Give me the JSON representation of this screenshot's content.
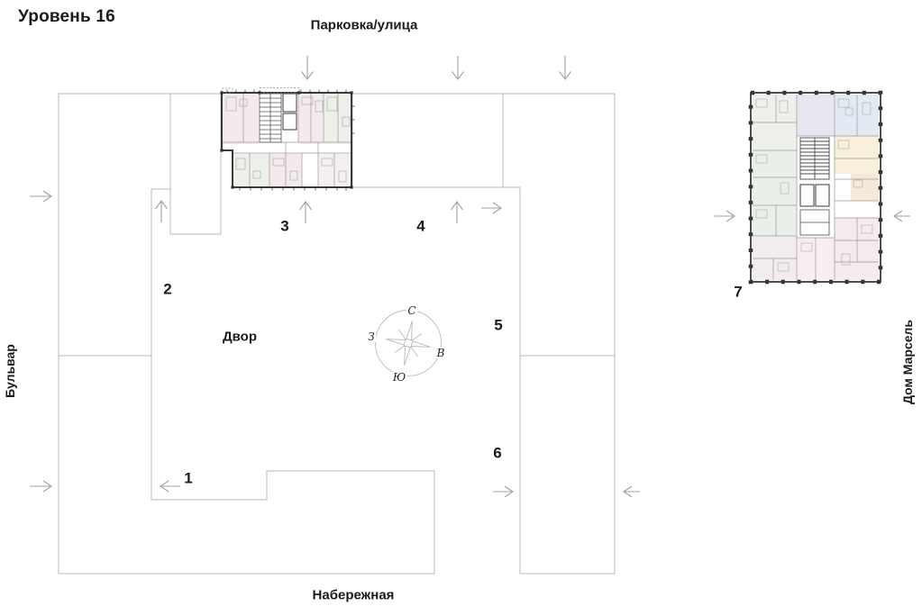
{
  "title": "Уровень 16",
  "streets": {
    "top": "Парковка/улица",
    "bottom": "Набережная",
    "left": "Бульвар",
    "right": "Дом Марсель"
  },
  "courtyard": {
    "label": "Двор"
  },
  "sections": {
    "1": "1",
    "2": "2",
    "3": "3",
    "4": "4",
    "5": "5",
    "6": "6",
    "7": "7"
  },
  "compass": {
    "n": "С",
    "e": "В",
    "s": "Ю",
    "w": "З"
  },
  "colors": {
    "background": "#ffffff",
    "outline": "#b8b8b8",
    "arrow": "#a2a2a2",
    "wall": "#3a3a3a",
    "text": "#1b1b1b",
    "tint_pink": "#f3eaed",
    "tint_green": "#e9f0e9",
    "tint_gray_green": "#edefe9",
    "tint_blue": "#e4eaf3",
    "tint_lavender": "#e9e6f2",
    "tint_cream": "#f8f0da",
    "tint_orange": "#f7e9d9"
  }
}
